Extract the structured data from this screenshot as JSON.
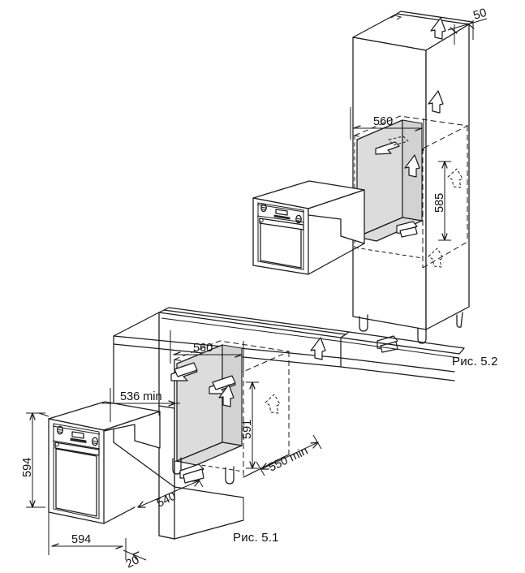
{
  "figure": {
    "type": "technical-installation-diagram",
    "subject": "built-in oven cabinet installation",
    "units": "mm",
    "background": "#ffffff",
    "line_color": "#1a1a1a",
    "niche_fill": "#dcdcdc"
  },
  "captions": {
    "fig_52": "Рис. 5.2",
    "fig_51": "Рис. 5.1"
  },
  "fig_52_dimensions": {
    "top_clearance": "50",
    "niche_width": "560",
    "niche_height": "585"
  },
  "fig_51_dimensions": {
    "niche_width": "560",
    "niche_height": "591",
    "counter_height": "536 min",
    "depth_min": "550 min",
    "oven_height": "594",
    "oven_width": "594",
    "oven_depth": "540",
    "panel_thickness": "20"
  },
  "symbols": {
    "airflow_up": "airflow-up-arrow-icon",
    "airflow_side": "airflow-side-arrow-icon",
    "airflow_hidden": "airflow-hidden-arrow-icon",
    "cabinet_foot": "cabinet-foot-icon"
  },
  "oven_front": {
    "left_knob": "control-knob-left",
    "right_knob": "control-knob-right",
    "display": "oven-display-panel",
    "handle": "oven-door-handle"
  }
}
